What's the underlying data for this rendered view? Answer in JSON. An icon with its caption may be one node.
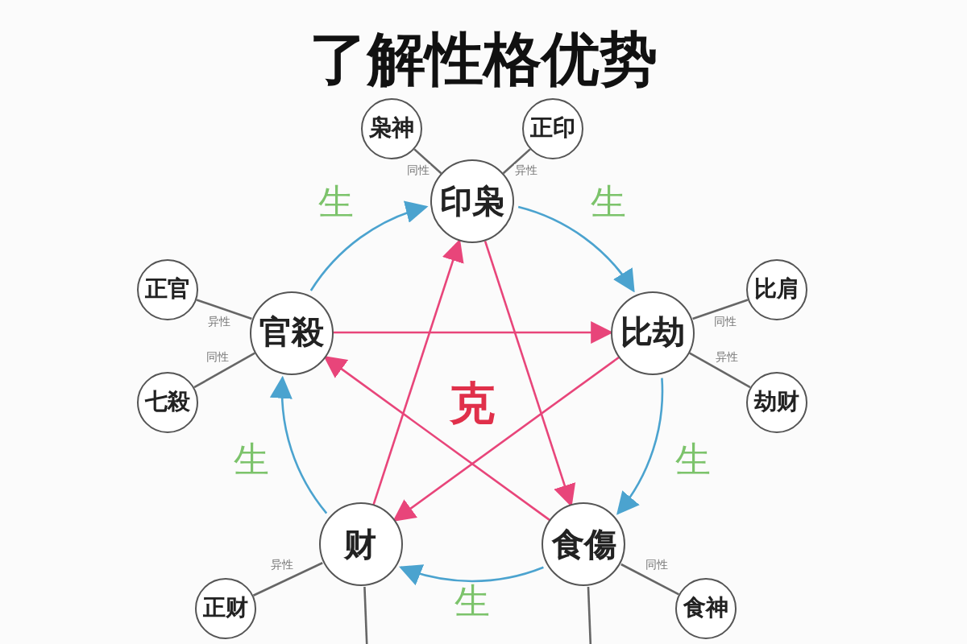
{
  "diagram": {
    "title": "了解性格优势",
    "nodes": [
      {
        "text": [
          "印枭"
        ]
      },
      {
        "text": [
          "枭神"
        ]
      },
      {
        "text": [
          "正印"
        ]
      },
      {
        "text": [
          "比劫"
        ]
      },
      {
        "text": [
          "比肩"
        ]
      },
      {
        "text": [
          "劫财"
        ]
      },
      {
        "text": [
          "食傷"
        ]
      },
      {
        "text": [
          "食神"
        ]
      },
      {
        "text": [
          "财"
        ]
      },
      {
        "text": [
          "正财"
        ]
      },
      {
        "text": [
          "官殺"
        ]
      },
      {
        "text": [
          "正官"
        ]
      },
      {
        "text": [
          "七殺"
        ]
      }
    ],
    "edges": [
      {
        "from": 10,
        "to": 0,
        "arrow": "to",
        "label": "生",
        "color": "#4ba3cf"
      },
      {
        "from": 0,
        "to": 3,
        "arrow": "to",
        "label": "生",
        "color": "#4ba3cf"
      },
      {
        "from": 3,
        "to": 6,
        "arrow": "to",
        "label": "生",
        "color": "#4ba3cf"
      },
      {
        "from": 6,
        "to": 8,
        "arrow": "to",
        "label": "生",
        "color": "#4ba3cf"
      },
      {
        "from": 8,
        "to": 10,
        "arrow": "to",
        "label": "生",
        "color": "#4ba3cf"
      },
      {
        "from": 0,
        "to": 6,
        "arrow": "to",
        "color": "#e8457a"
      },
      {
        "from": 6,
        "to": 10,
        "arrow": "to",
        "color": "#e8457a"
      },
      {
        "from": 10,
        "to": 3,
        "arrow": "to",
        "color": "#e8457a"
      },
      {
        "from": 3,
        "to": 8,
        "arrow": "to",
        "color": "#e8457a"
      },
      {
        "from": 8,
        "to": 0,
        "arrow": "to",
        "color": "#e8457a"
      },
      {
        "from": 1,
        "to": 0,
        "arrow": "none",
        "label": "同性"
      },
      {
        "from": 2,
        "to": 0,
        "arrow": "none",
        "label": "异性"
      },
      {
        "from": 4,
        "to": 3,
        "arrow": "none",
        "label": "同性"
      },
      {
        "from": 5,
        "to": 3,
        "arrow": "none",
        "label": "异性"
      },
      {
        "from": 7,
        "to": 6,
        "arrow": "none",
        "label": "同性"
      },
      {
        "from": 9,
        "to": 8,
        "arrow": "none",
        "label": "异性"
      },
      {
        "from": 11,
        "to": 10,
        "arrow": "none",
        "label": "异性"
      },
      {
        "from": 12,
        "to": 10,
        "arrow": "none",
        "label": "同性"
      },
      {
        "from": 8,
        "to": null,
        "arrow": "none"
      },
      {
        "from": 6,
        "to": null,
        "arrow": "none"
      }
    ],
    "labels": [
      "克"
    ]
  }
}
